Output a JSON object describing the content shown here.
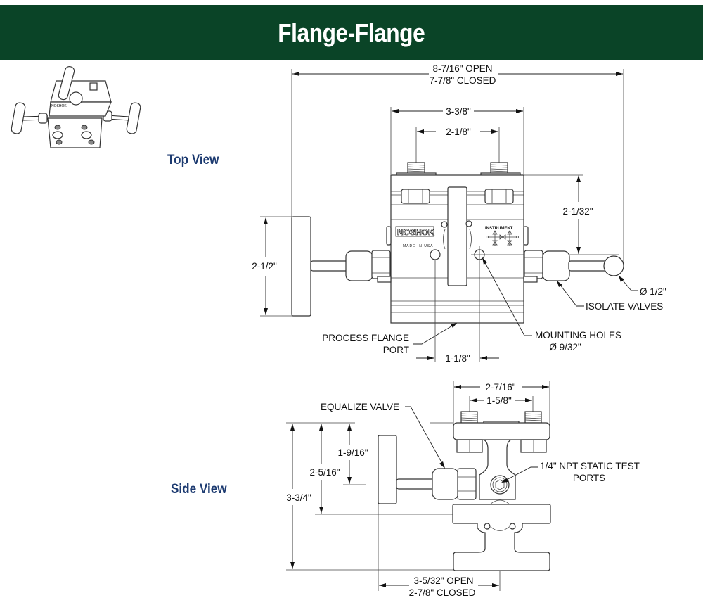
{
  "header": {
    "title": "Flange-Flange",
    "background_color": "#0a4427"
  },
  "views": {
    "top_label": "Top View",
    "side_label": "Side View",
    "label_color": "#1c3a70"
  },
  "top_view": {
    "overall_width_open": "8-7/16\" OPEN",
    "overall_width_closed": "7-7/8\" CLOSED",
    "body_width": "3-3/8\"",
    "port_spacing": "2-1/8\"",
    "height_to_centerline": "2-1/32\"",
    "handle_height": "2-1/2\"",
    "hole_spacing": "1-1/8\"",
    "handle_ball_diameter": "Ø 1/2\"",
    "isolate_valves": "ISOLATE VALVES",
    "process_flange_port_line1": "PROCESS FLANGE",
    "process_flange_port_line2": "PORT",
    "mounting_holes_line1": "MOUNTING HOLES",
    "mounting_holes_line2": "Ø 9/32\"",
    "brand_mark": "NOSHOK",
    "made_in": "MADE IN USA",
    "instrument_label": "INSTRUMENT"
  },
  "side_view": {
    "flange_width": "2-7/16\"",
    "port_spacing": "1-5/8\"",
    "equalize_valve": "EQUALIZE VALVE",
    "height_1": "1-9/16\"",
    "height_2": "2-5/16\"",
    "overall_height": "3-3/4\"",
    "test_ports_line1": "1/4\" NPT STATIC TEST",
    "test_ports_line2": "PORTS",
    "depth_open": "3-5/32\" OPEN",
    "depth_closed": "2-7/8\" CLOSED"
  }
}
